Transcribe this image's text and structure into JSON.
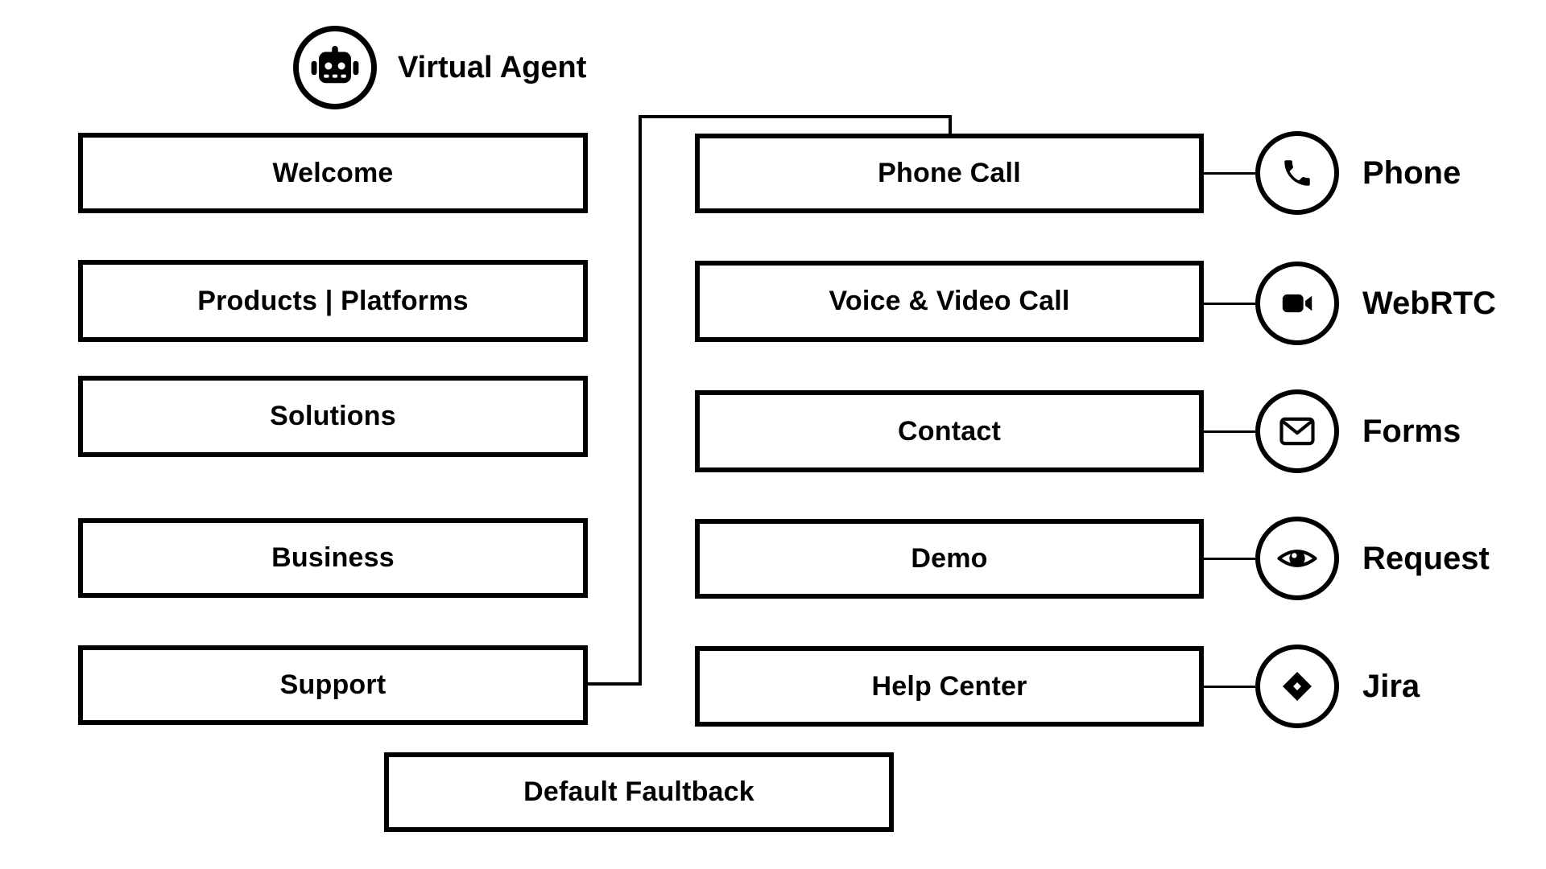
{
  "app": {
    "title": "Virtual Agent"
  },
  "colors": {
    "ink": "#000000",
    "paper": "#ffffff"
  },
  "left_column": {
    "items": [
      {
        "label": "Welcome"
      },
      {
        "label": "Products | Platforms"
      },
      {
        "label": "Solutions"
      },
      {
        "label": "Business"
      },
      {
        "label": "Support"
      }
    ]
  },
  "right_column": {
    "items": [
      {
        "label": "Phone Call",
        "channel": "Phone",
        "icon": "phone-icon"
      },
      {
        "label": "Voice & Video Call",
        "channel": "WebRTC",
        "icon": "video-camera-icon"
      },
      {
        "label": "Contact",
        "channel": "Forms",
        "icon": "envelope-icon"
      },
      {
        "label": "Demo",
        "channel": "Request",
        "icon": "eye-icon"
      },
      {
        "label": "Help Center",
        "channel": "Jira",
        "icon": "jira-diamond-icon"
      }
    ]
  },
  "fallback": {
    "label": "Default Faultback"
  },
  "connections": [
    {
      "from": "Support",
      "to": "Phone Call"
    }
  ]
}
